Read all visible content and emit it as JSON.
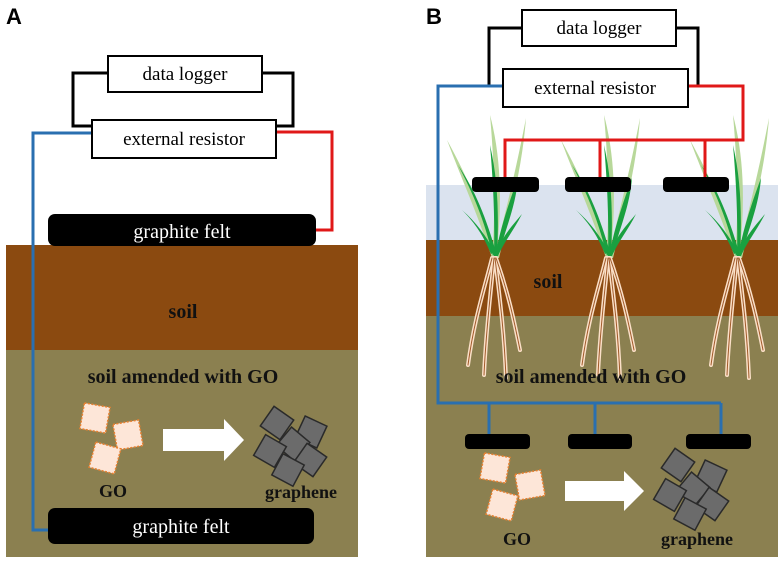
{
  "panel_a": {
    "letter": "A",
    "logger_label": "data logger",
    "resistor_label": "external resistor",
    "felt_top_label": "graphite felt",
    "felt_bottom_label": "graphite felt",
    "soil_label": "soil",
    "amended_label": "soil amended with GO",
    "go_label": "GO",
    "graphene_label": "graphene"
  },
  "panel_b": {
    "letter": "B",
    "logger_label": "data logger",
    "resistor_label": "external resistor",
    "soil_label": "soil",
    "amended_label": "soil amended with GO",
    "go_label": "GO",
    "graphene_label": "graphene"
  },
  "colors": {
    "soil": "#8b4a10",
    "amended": "#8b8050",
    "water": "#dbe3ef",
    "wire_red": "#e01818",
    "wire_blue": "#2a6fb0",
    "go_fill": "#fde6d8",
    "go_border": "#e88030",
    "graphene": "#6b6b6b",
    "plant_dark": "#1aa040",
    "plant_light": "#b8d89a"
  }
}
